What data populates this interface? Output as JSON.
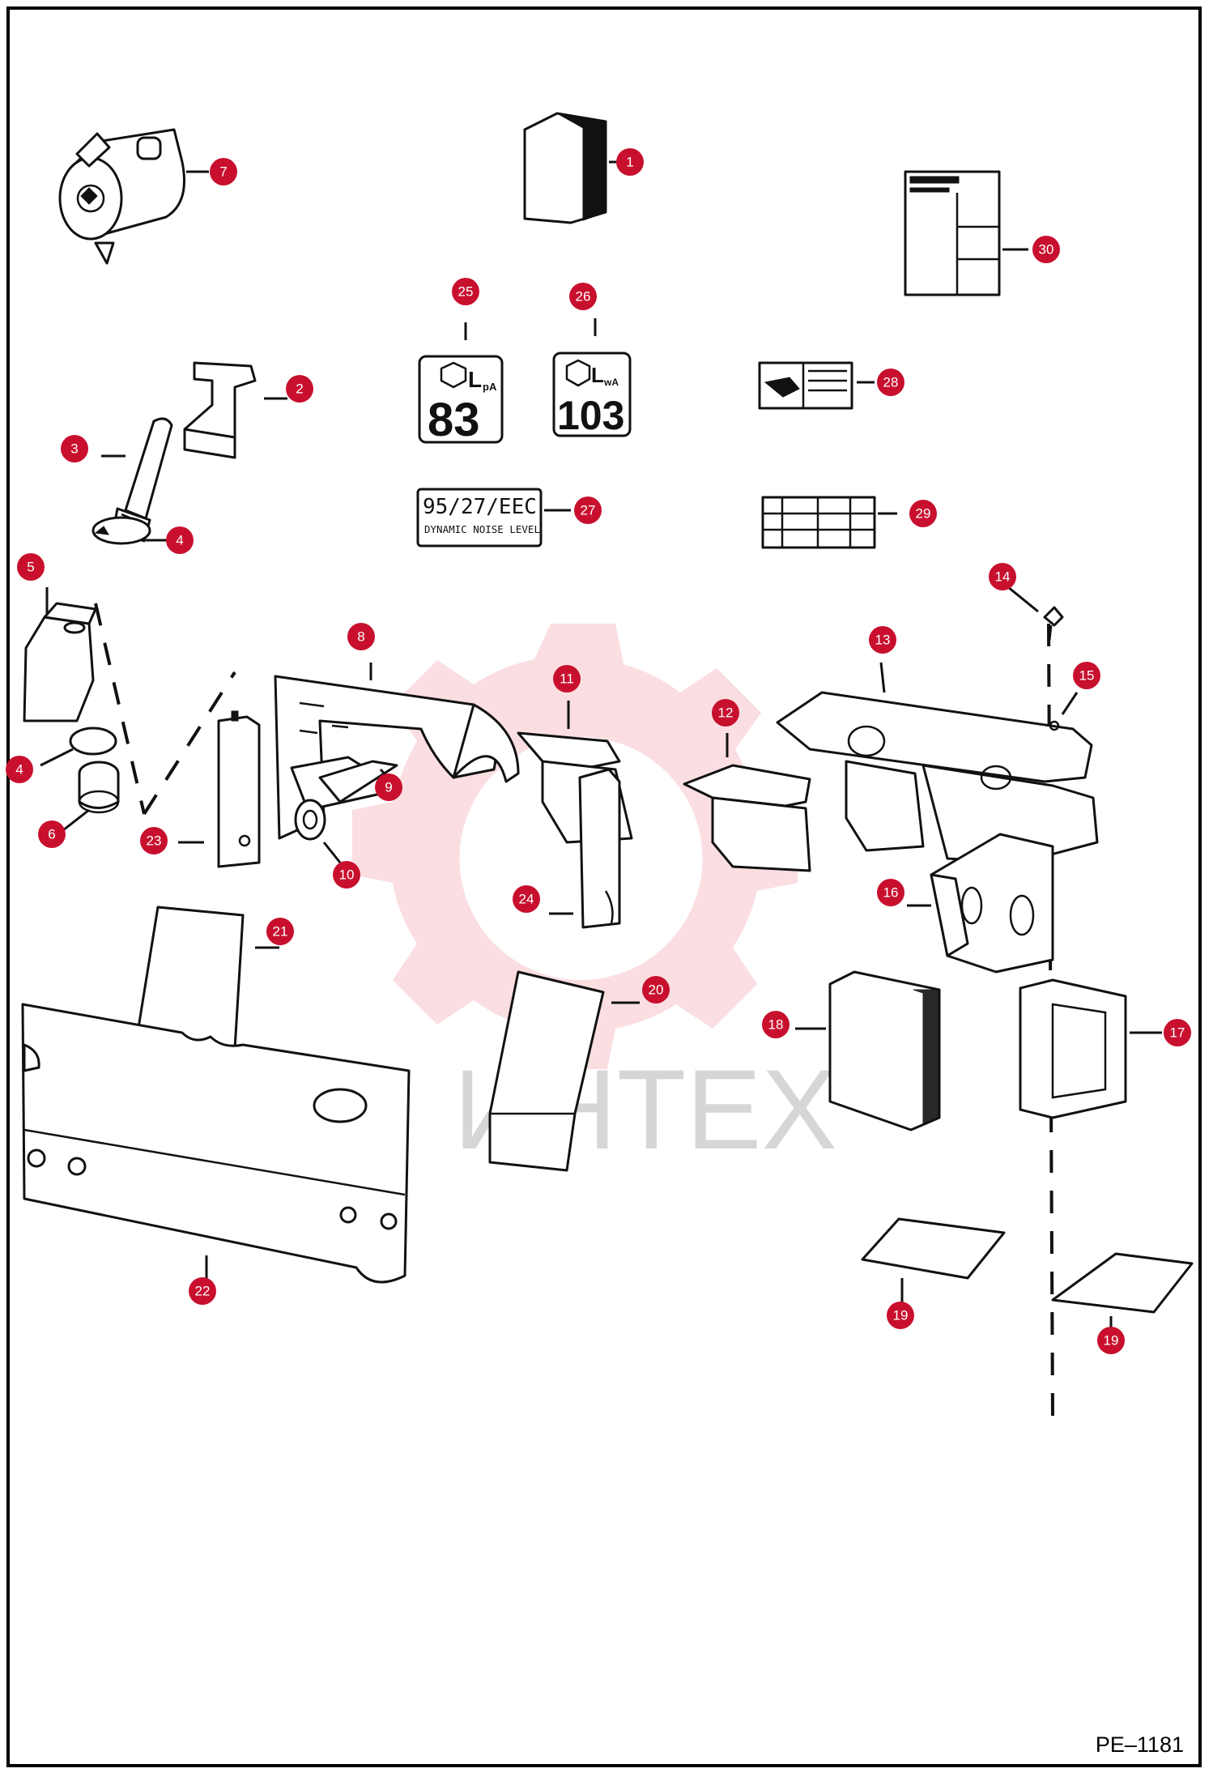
{
  "drawing_code": "PE–1181",
  "watermark": "ИНТЕХ",
  "decals": {
    "lpa_value": "83",
    "lpa_symbol": "L",
    "lpa_subscript": "pA",
    "lwa_value": "103",
    "lwa_symbol": "L",
    "lwa_subscript": "wA",
    "eec_line1": "95/27/EEC",
    "eec_line2": "DYNAMIC NOISE LEVEL"
  },
  "callouts": [
    {
      "id": "1",
      "label": "1"
    },
    {
      "id": "2",
      "label": "2"
    },
    {
      "id": "3",
      "label": "3"
    },
    {
      "id": "4a",
      "label": "4"
    },
    {
      "id": "4b",
      "label": "4"
    },
    {
      "id": "5",
      "label": "5"
    },
    {
      "id": "6",
      "label": "6"
    },
    {
      "id": "7",
      "label": "7"
    },
    {
      "id": "8",
      "label": "8"
    },
    {
      "id": "9",
      "label": "9"
    },
    {
      "id": "10",
      "label": "10"
    },
    {
      "id": "11",
      "label": "11"
    },
    {
      "id": "12",
      "label": "12"
    },
    {
      "id": "13",
      "label": "13"
    },
    {
      "id": "14",
      "label": "14"
    },
    {
      "id": "15",
      "label": "15"
    },
    {
      "id": "16",
      "label": "16"
    },
    {
      "id": "17",
      "label": "17"
    },
    {
      "id": "18",
      "label": "18"
    },
    {
      "id": "19a",
      "label": "19"
    },
    {
      "id": "19b",
      "label": "19"
    },
    {
      "id": "20",
      "label": "20"
    },
    {
      "id": "21",
      "label": "21"
    },
    {
      "id": "22",
      "label": "22"
    },
    {
      "id": "23",
      "label": "23"
    },
    {
      "id": "24",
      "label": "24"
    },
    {
      "id": "25",
      "label": "25"
    },
    {
      "id": "26",
      "label": "26"
    },
    {
      "id": "27",
      "label": "27"
    },
    {
      "id": "28",
      "label": "28"
    },
    {
      "id": "29",
      "label": "29"
    },
    {
      "id": "30",
      "label": "30"
    }
  ],
  "colors": {
    "callout": "#c8102e",
    "line": "#111111",
    "watermark_gear": "#f6c2c8",
    "watermark_text": "#d6d6d6"
  }
}
